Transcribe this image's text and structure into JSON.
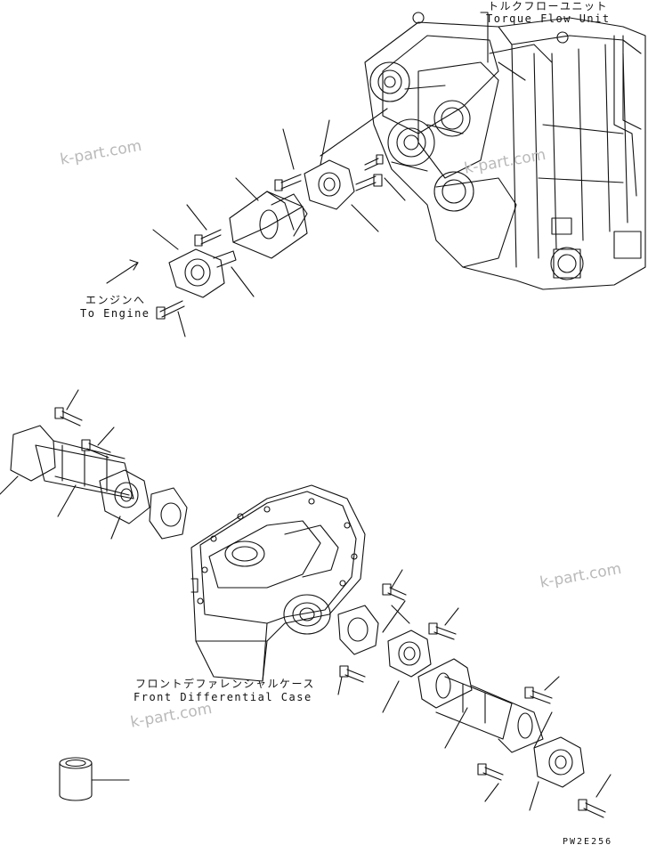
{
  "labels": {
    "torque_flow_unit_jp": "トルクフローユニット",
    "torque_flow_unit_en": "Torque Flow Unit",
    "to_engine_jp": "エンジンへ",
    "to_engine_en": "To Engine",
    "front_diff_case_jp": "フロントデファレンシャルケース",
    "front_diff_case_en": "Front Differential Case"
  },
  "watermarks": [
    "k-part.com",
    "k-part.com",
    "k-part.com",
    "k-part.com"
  ],
  "drawing_code": "PW2E256",
  "colors": {
    "line": "#111111",
    "watermark": "#b9b9b9",
    "background": "#ffffff"
  }
}
